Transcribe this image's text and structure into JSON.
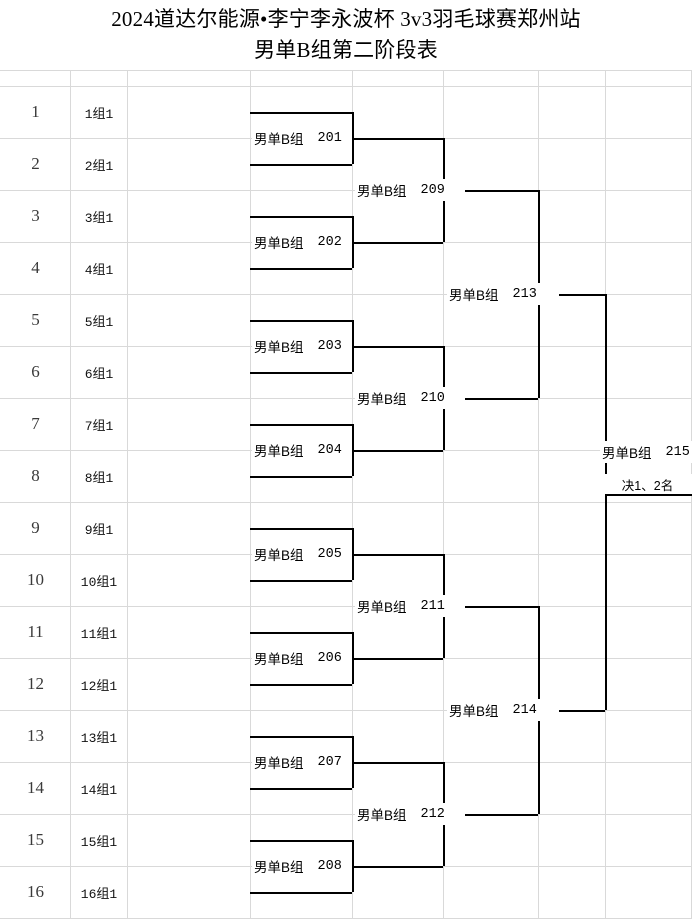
{
  "title": {
    "line1": "2024道达尔能源•李宁李永波杯 3v3羽毛球赛郑州站",
    "line2": "男单B组第二阶段表"
  },
  "bracket": {
    "group_name": "男单B组",
    "final_note": "决1、2名",
    "seeds": [
      {
        "no": "1",
        "label": "1组1"
      },
      {
        "no": "2",
        "label": "2组1"
      },
      {
        "no": "3",
        "label": "3组1"
      },
      {
        "no": "4",
        "label": "4组1"
      },
      {
        "no": "5",
        "label": "5组1"
      },
      {
        "no": "6",
        "label": "6组1"
      },
      {
        "no": "7",
        "label": "7组1"
      },
      {
        "no": "8",
        "label": "8组1"
      },
      {
        "no": "9",
        "label": "9组1"
      },
      {
        "no": "10",
        "label": "10组1"
      },
      {
        "no": "11",
        "label": "11组1"
      },
      {
        "no": "12",
        "label": "12组1"
      },
      {
        "no": "13",
        "label": "13组1"
      },
      {
        "no": "14",
        "label": "14组1"
      },
      {
        "no": "15",
        "label": "15组1"
      },
      {
        "no": "16",
        "label": "16组1"
      }
    ],
    "round1": [
      {
        "name": "男单B组",
        "num": "201"
      },
      {
        "name": "男单B组",
        "num": "202"
      },
      {
        "name": "男单B组",
        "num": "203"
      },
      {
        "name": "男单B组",
        "num": "204"
      },
      {
        "name": "男单B组",
        "num": "205"
      },
      {
        "name": "男单B组",
        "num": "206"
      },
      {
        "name": "男单B组",
        "num": "207"
      },
      {
        "name": "男单B组",
        "num": "208"
      }
    ],
    "round2": [
      {
        "name": "男单B组",
        "num": "209"
      },
      {
        "name": "男单B组",
        "num": "210"
      },
      {
        "name": "男单B组",
        "num": "211"
      },
      {
        "name": "男单B组",
        "num": "212"
      }
    ],
    "round3": [
      {
        "name": "男单B组",
        "num": "213"
      },
      {
        "name": "男单B组",
        "num": "214"
      }
    ],
    "round4": [
      {
        "name": "男单B组",
        "num": "215"
      }
    ]
  },
  "colors": {
    "grid": "#d9d9d9",
    "bracket_line": "#000000",
    "background": "#ffffff"
  }
}
